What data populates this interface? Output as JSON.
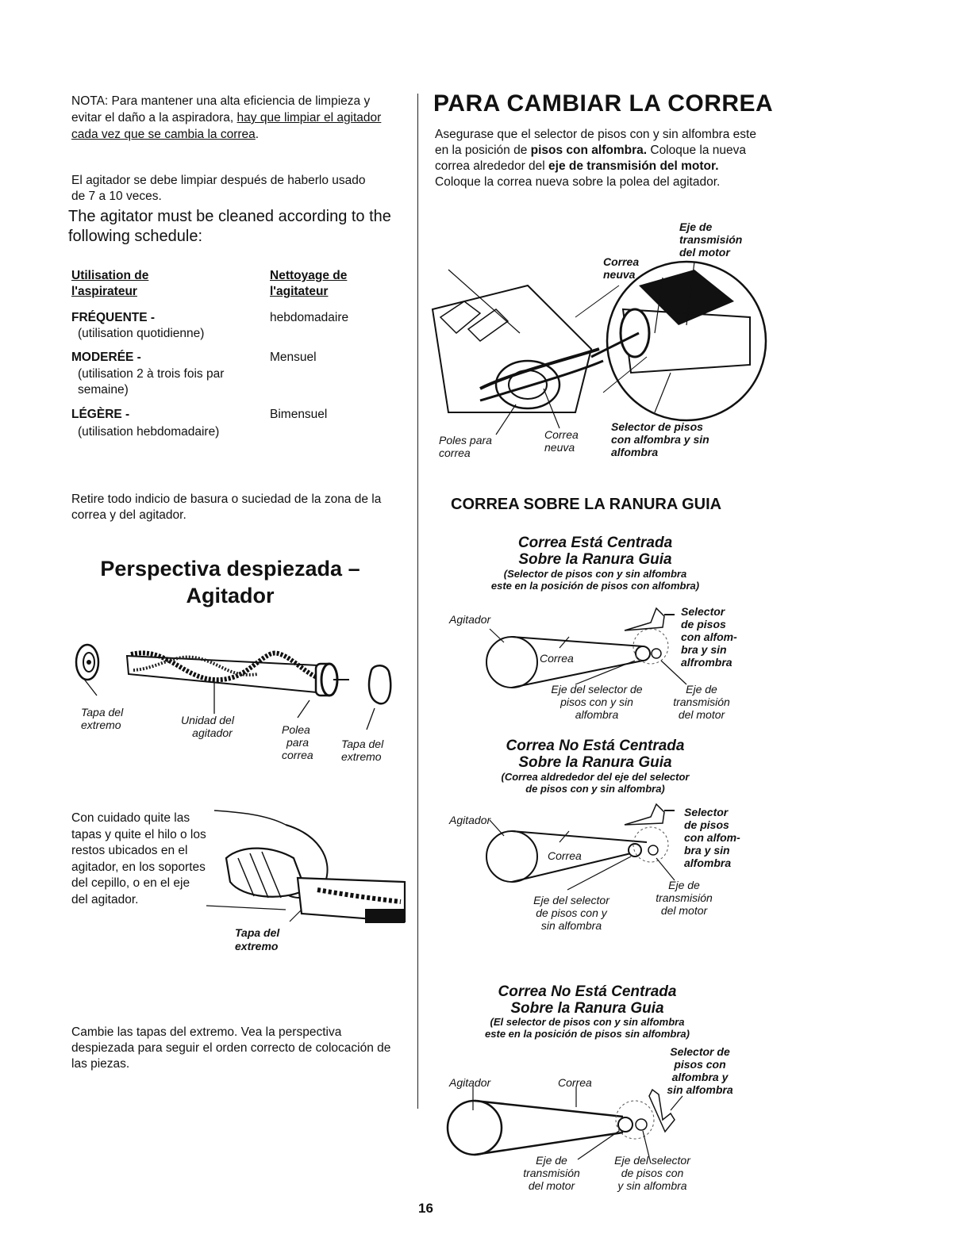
{
  "left": {
    "nota": {
      "label": "NOTA:",
      "text": " Para mantener una alta eficiencia de limpieza y evitar el daño a la aspiradora, ",
      "underlined": "hay que limpiar el agitador cada vez que se cambia la correa",
      "end": "."
    },
    "clean_after": "El agitador se debe limpiar después de haberlo usado de 7 a 10 veces.",
    "schedule_intro": "The agitator must be cleaned according to the following schedule:",
    "table": {
      "col1_header": "Utilisation de l'aspirateur",
      "col2_header": "Nettoyage de l'agitateur",
      "rows": [
        {
          "label": "FRÉQUENTE -",
          "detail": "(utilisation quotidienne)",
          "value": "hebdomadaire"
        },
        {
          "label": "MODERÉE -",
          "detail": "(utilisation 2 à trois fois par semaine)",
          "value": "Mensuel"
        },
        {
          "label": "LÉGÈRE -",
          "detail": "(utilisation hebdomadaire)",
          "value": "Bimensuel"
        }
      ]
    },
    "remove_debris": "Retire todo indicio de basura o suciedad de la zona de la correa y del agitador.",
    "exploded_title_1": "Perspectiva despiezada –",
    "exploded_title_2": "Agitador",
    "exploded_labels": {
      "end_cap_left_1": "Tapa del",
      "end_cap_left_2": "extremo",
      "unit_1": "Unidad del",
      "unit_2": "agitador",
      "pulley_1": "Polea",
      "pulley_2": "para",
      "pulley_3": "correa",
      "end_cap_right_1": "Tapa del",
      "end_cap_right_2": "extremo"
    },
    "careful_text": "Con cuidado quite las tapas y quite el hilo o los restos ubicados en el agitador, en los soportes del cepillo, o en el eje del agitador.",
    "careful_label_1": "Tapa del",
    "careful_label_2": "extremo",
    "replace_caps": "Cambie las tapas del extremo. Vea la perspectiva despiezada para seguir el orden correcto de colocación de las piezas."
  },
  "right": {
    "title": "PARA CAMBIAR LA CORREA",
    "intro_parts": [
      {
        "t": "Asegurase que el selector de pisos con y sin alfombra este en la posición de ",
        "b": false
      },
      {
        "t": "pisos con alfombra.",
        "b": true
      },
      {
        "t": " Coloque la nueva correa alrededor del ",
        "b": false
      },
      {
        "t": "eje de transmisión del motor.",
        "b": true
      },
      {
        "t": " Coloque la correa nueva sobre la polea del agitador.",
        "b": false
      }
    ],
    "photo_labels": {
      "eje_1": "Eje de",
      "eje_2": "transmisión",
      "eje_3": "del motor",
      "correa_top_1": "Correa",
      "correa_top_2": "neuva",
      "poles_1": "Poles para",
      "poles_2": "correa",
      "correa_bot_1": "Correa",
      "correa_bot_2": "neuva",
      "selector_1": "Selector de pisos",
      "selector_2": "con alfombra y sin",
      "selector_3": "alfombra"
    },
    "guide_title": "CORREA SOBRE LA RANURA GUIA",
    "diagrams": [
      {
        "title_1": "Correa Está Centrada",
        "title_2": "Sobre la Ranura Guia",
        "note_1": "(Selector de pisos con y sin alfombra",
        "note_2": "este en la posición de pisos con alfombra)",
        "agitador": "Agitador",
        "correa": "Correa",
        "selector": [
          "Selector",
          "de pisos",
          "con alfom-",
          "bra y sin",
          "alfrombra"
        ],
        "eje_selector": [
          "Eje del selector de",
          "pisos con y sin",
          "alfombra"
        ],
        "eje_trans": [
          "Eje de",
          "transmisión",
          "del motor"
        ]
      },
      {
        "title_1": "Correa No Está Centrada",
        "title_2": "Sobre la Ranura Guia",
        "note_1": "(Correa aldrededor del eje del selector",
        "note_2": "de pisos con y sin alfombra)",
        "agitador": "Agitador",
        "correa": "Correa",
        "selector": [
          "Selector",
          "de pisos",
          "con alfom-",
          "bra y sin",
          "alfombra"
        ],
        "eje_selector": [
          "Eje del selector",
          "de pisos con y",
          "sin alfombra"
        ],
        "eje_trans": [
          "Eje de",
          "transmisión",
          "del motor"
        ]
      },
      {
        "title_1": "Correa No Está Centrada",
        "title_2": "Sobre la Ranura Guia",
        "note_1": "(El selector de pisos con y sin alfombra",
        "note_2": "este en la posición de pisos sin alfombra)",
        "agitador": "Agitador",
        "correa": "Correa",
        "selector": [
          "Selector de",
          "pisos con",
          "alfombra y",
          "sin alfombra"
        ],
        "eje_trans": [
          "Eje de",
          "transmisión",
          "del motor"
        ],
        "eje_selector": [
          "Eje del selector",
          "de pisos con",
          "y sin alfombra"
        ]
      }
    ]
  },
  "page_number": "16"
}
